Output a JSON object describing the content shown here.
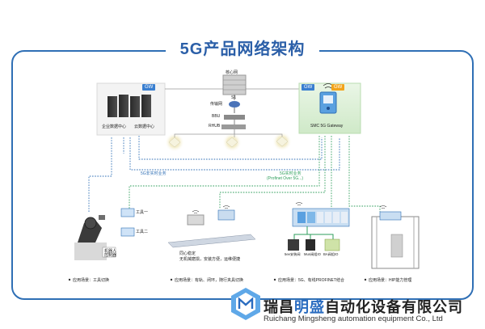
{
  "title": "5G产品网络架构",
  "gateway_tags": [
    "GW",
    "GW",
    "GW"
  ],
  "core": {
    "core_network": "核心网",
    "s1": "S1",
    "transport": "传输网",
    "bbu": "BBU",
    "rhub": "RHUB"
  },
  "datacenter": {
    "enterprise": "企业数据中心",
    "cloud": "云数据中心"
  },
  "gateway_label": "SMC 5G Gateway",
  "links": {
    "non_realtime": "5G非实时业务",
    "realtime": "5G实时业务",
    "realtime_sub": "(Profinet Over 5G...)"
  },
  "scene1": {
    "tool_a": "工具一",
    "tool_b": "工具二",
    "robot": "机器人",
    "controller": "控制器",
    "caption": "应用场景：工具切换"
  },
  "scene2": {
    "notes": [
      "同心稳定",
      "无机械磨损，安装方便，运维便捷"
    ],
    "caption": "应用场景：有轨、闭环，随行夹具切换"
  },
  "scene3": {
    "modules": [
      "5ee安装阀",
      "Mun阀组IO",
      "BA阀组IO"
    ],
    "caption": "应用场景：5G、有线PROFINET结合"
  },
  "scene4": {
    "caption": "应用场景：HIP能力管理"
  },
  "company": {
    "cn_prefix": "瑞昌",
    "cn_accent": "明盛",
    "cn_suffix": "自动化设备有限公司",
    "en": "Ruichang Mingsheng automation equipment Co., Ltd"
  },
  "colors": {
    "brand_blue": "#2f6fb5",
    "gateway_green": "#2e9e5b",
    "dotted_blue": "#2f6fb5",
    "gw_blue": "#3a7fd0",
    "gw_orange": "#f2a41c"
  }
}
